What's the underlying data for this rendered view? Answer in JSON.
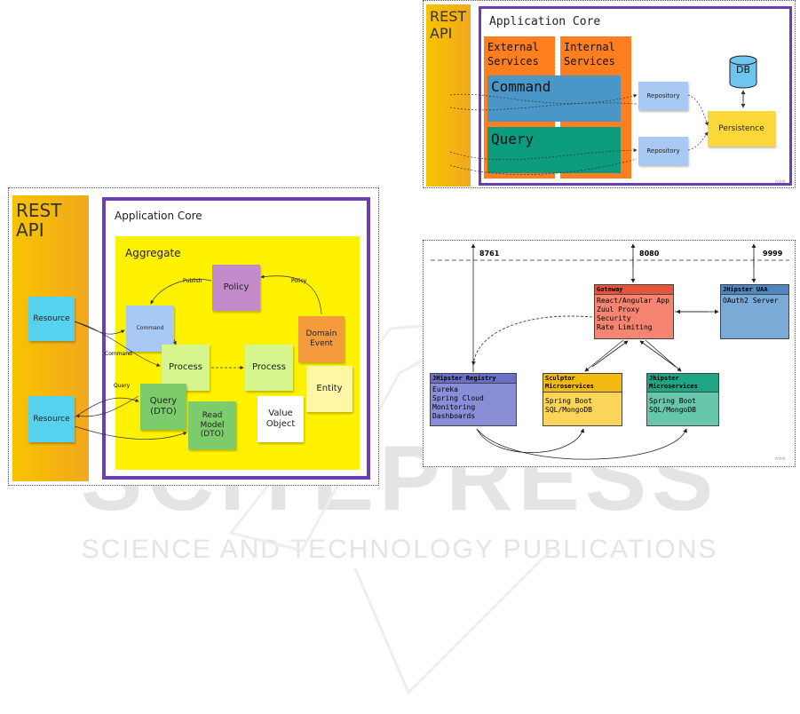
{
  "watermark": {
    "line1": "SCITEPRESS",
    "line2": "SCIENCE AND TECHNOLOGY PUBLICATIONS"
  },
  "left_diagram": {
    "rest_api": "REST\nAPI",
    "app_core": "Application Core",
    "aggregate": "Aggregate",
    "resource_top": "Resource",
    "resource_bottom": "Resource",
    "command": "Command",
    "policy": "Policy",
    "domain_event": "Domain\nEvent",
    "process_1": "Process",
    "process_2": "Process",
    "entity": "Entity",
    "query_dto": "Query\n(DTO)",
    "read_model": "Read\nModel\n(DTO)",
    "value_object": "Value\nObject",
    "edge_publish": "Publish",
    "edge_policy": "Policy",
    "edge_command": "Command",
    "edge_query": "Query"
  },
  "top_right_diagram": {
    "rest_api": "REST\nAPI",
    "app_core": "Application Core",
    "external_services": "External\nServices",
    "internal_services": "Internal\nServices",
    "command": "Command",
    "query": "Query",
    "repository_1": "Repository",
    "repository_2": "Repository",
    "persistence": "Persistence",
    "db": "DB",
    "mark": "miro"
  },
  "bottom_right_diagram": {
    "port_1": "8761",
    "port_2": "8080",
    "port_3": "9999",
    "gateway": {
      "title": "Gateway",
      "lines": "React/Angular App\nZuul Proxy\nSecurity\nRate Limiting"
    },
    "uaa": {
      "title": "JHipster UAA",
      "lines": "OAuth2 Server"
    },
    "registry": {
      "title": "JHipster Registry",
      "lines": "Eureka\nSpring Cloud\nMonitoring\nDashboards"
    },
    "sculptor": {
      "title": "Sculptor\nMicroservices",
      "lines": "Spring Boot\nSQL/MongoDB"
    },
    "jhipster_ms": {
      "title": "Jhipster\nMicroservices",
      "lines": "Spring Boot\nSQL/MongoDB"
    },
    "mark": "miro"
  }
}
